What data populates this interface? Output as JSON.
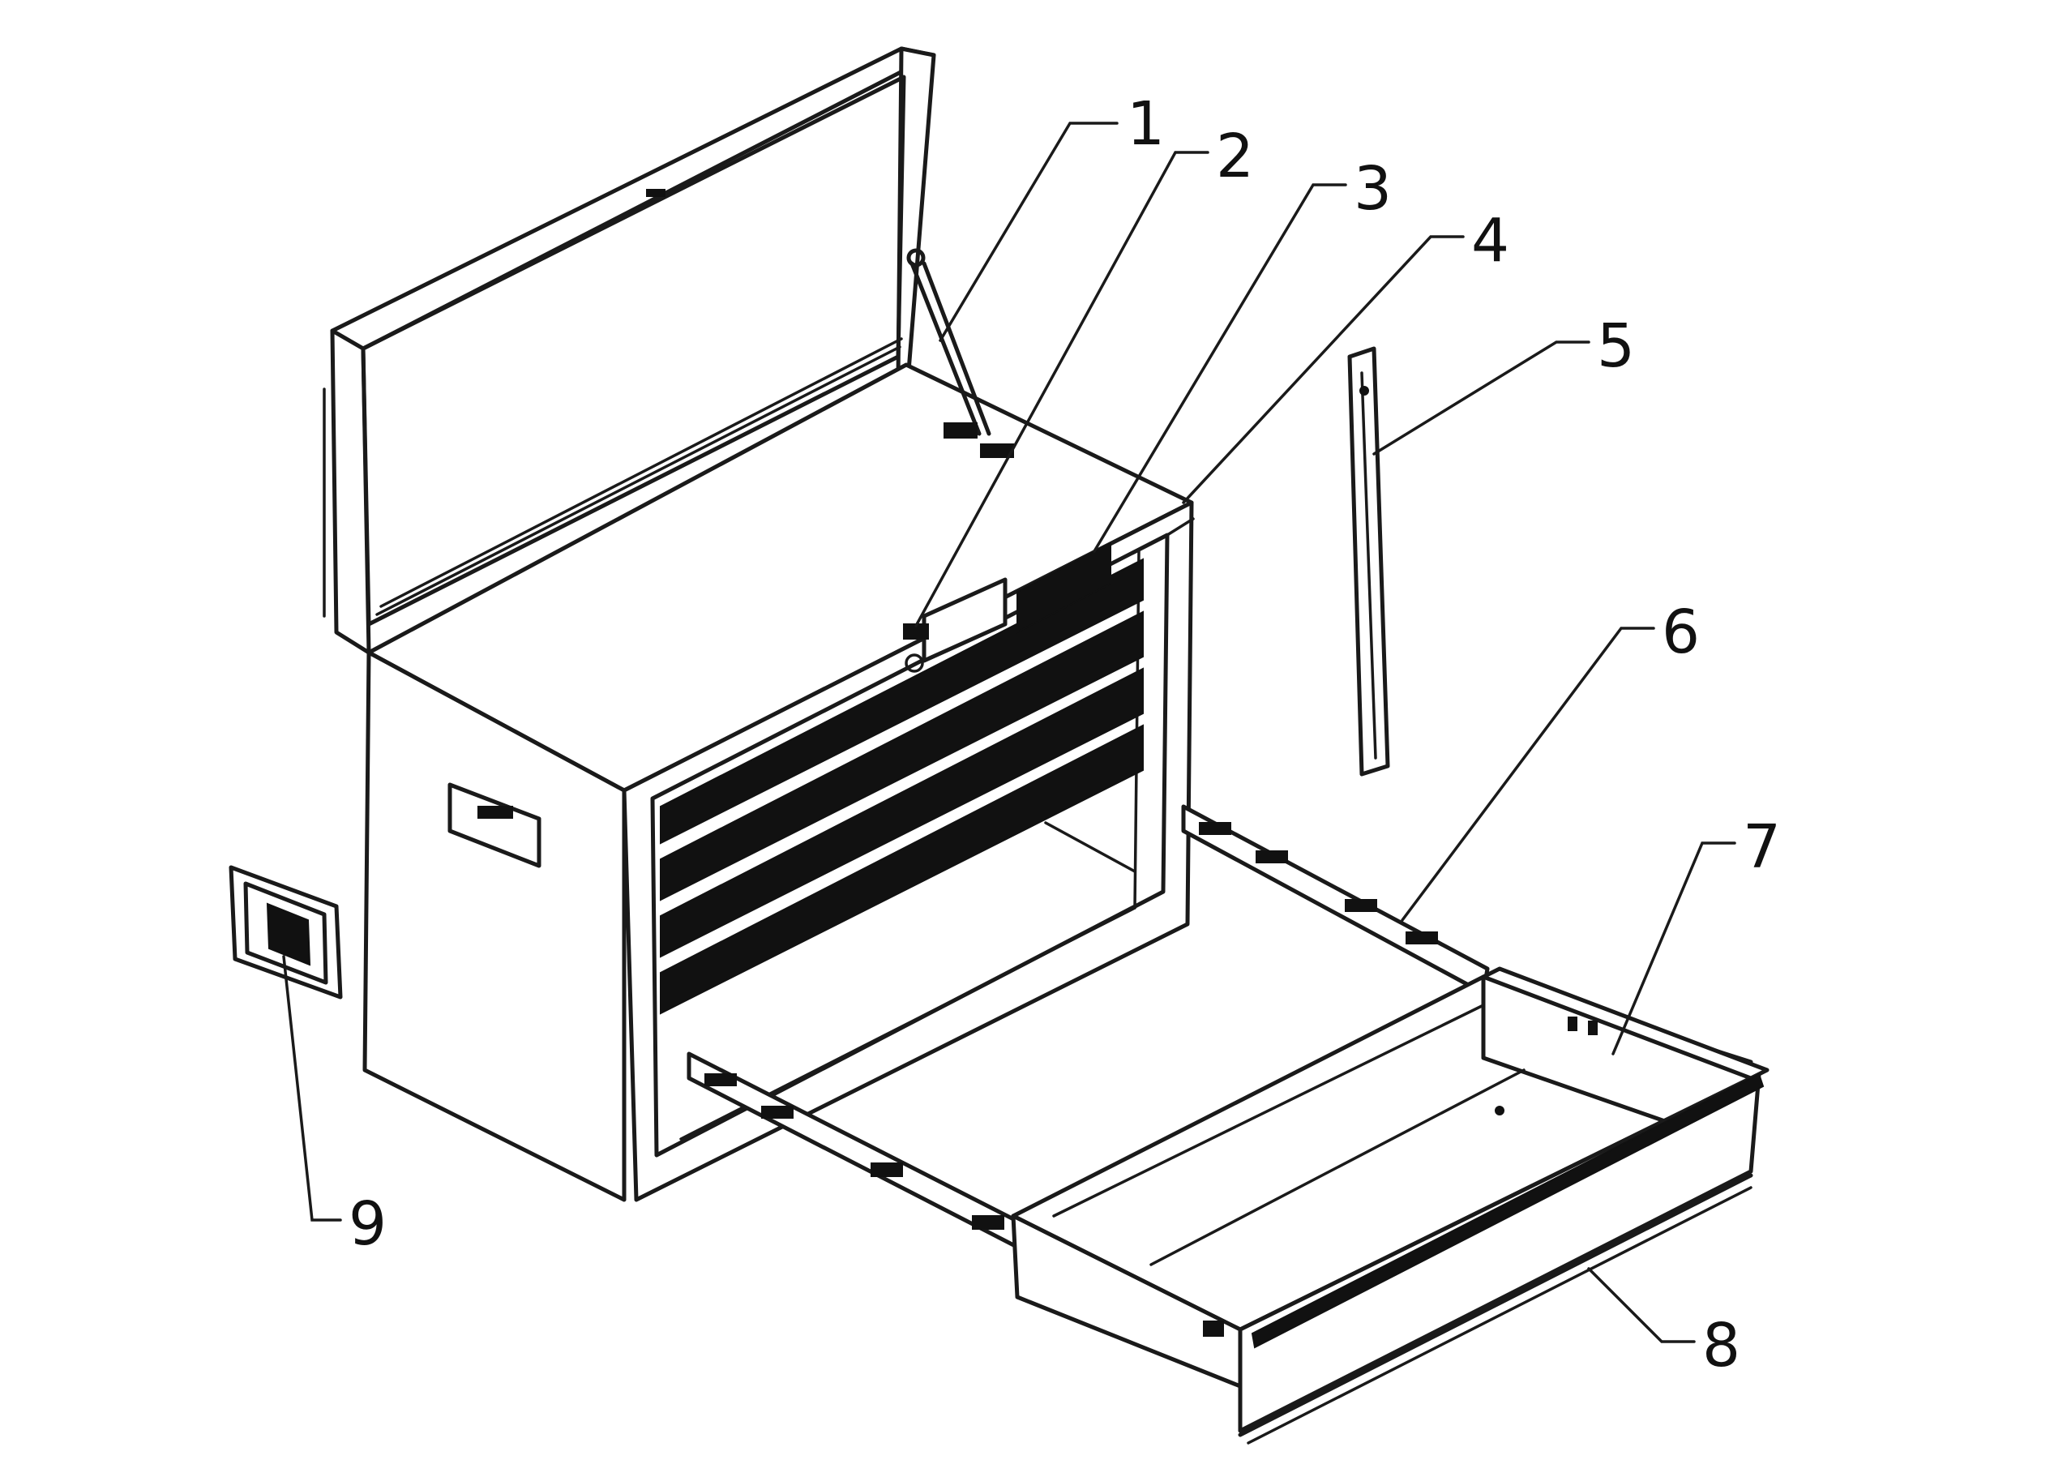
{
  "callouts": [
    "1",
    "2",
    "3",
    "4",
    "5",
    "6",
    "7",
    "8",
    "9"
  ],
  "colors": {
    "line": "#1a1a1a",
    "background": "#ffffff"
  }
}
